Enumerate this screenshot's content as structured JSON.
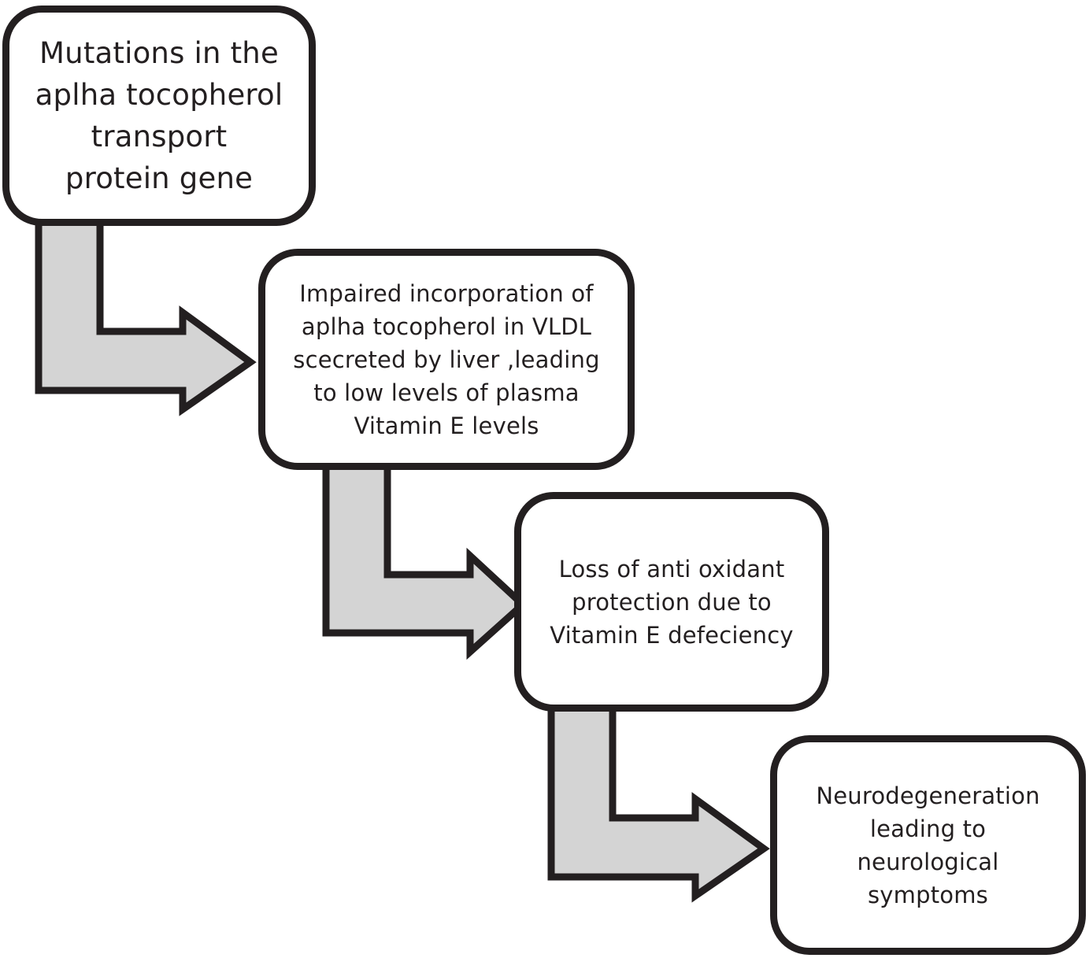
{
  "diagram": {
    "steps": [
      {
        "text": "Mutations in the\naplha tocopherol\ntransport\nprotein gene"
      },
      {
        "text": "Impaired incorporation of\naplha tocopherol in VLDL\nscecreted by liver ,leading\nto low levels of plasma\nVitamin E levels"
      },
      {
        "text": "Loss of anti oxidant\nprotection due to\nVitamin E defeciency"
      },
      {
        "text": "Neurodegeneration\nleading to\nneurological\nsymptoms"
      }
    ],
    "colors": {
      "arrow_fill": "#d4d4d4",
      "outline": "#231f20",
      "box_fill": "#ffffff"
    }
  }
}
